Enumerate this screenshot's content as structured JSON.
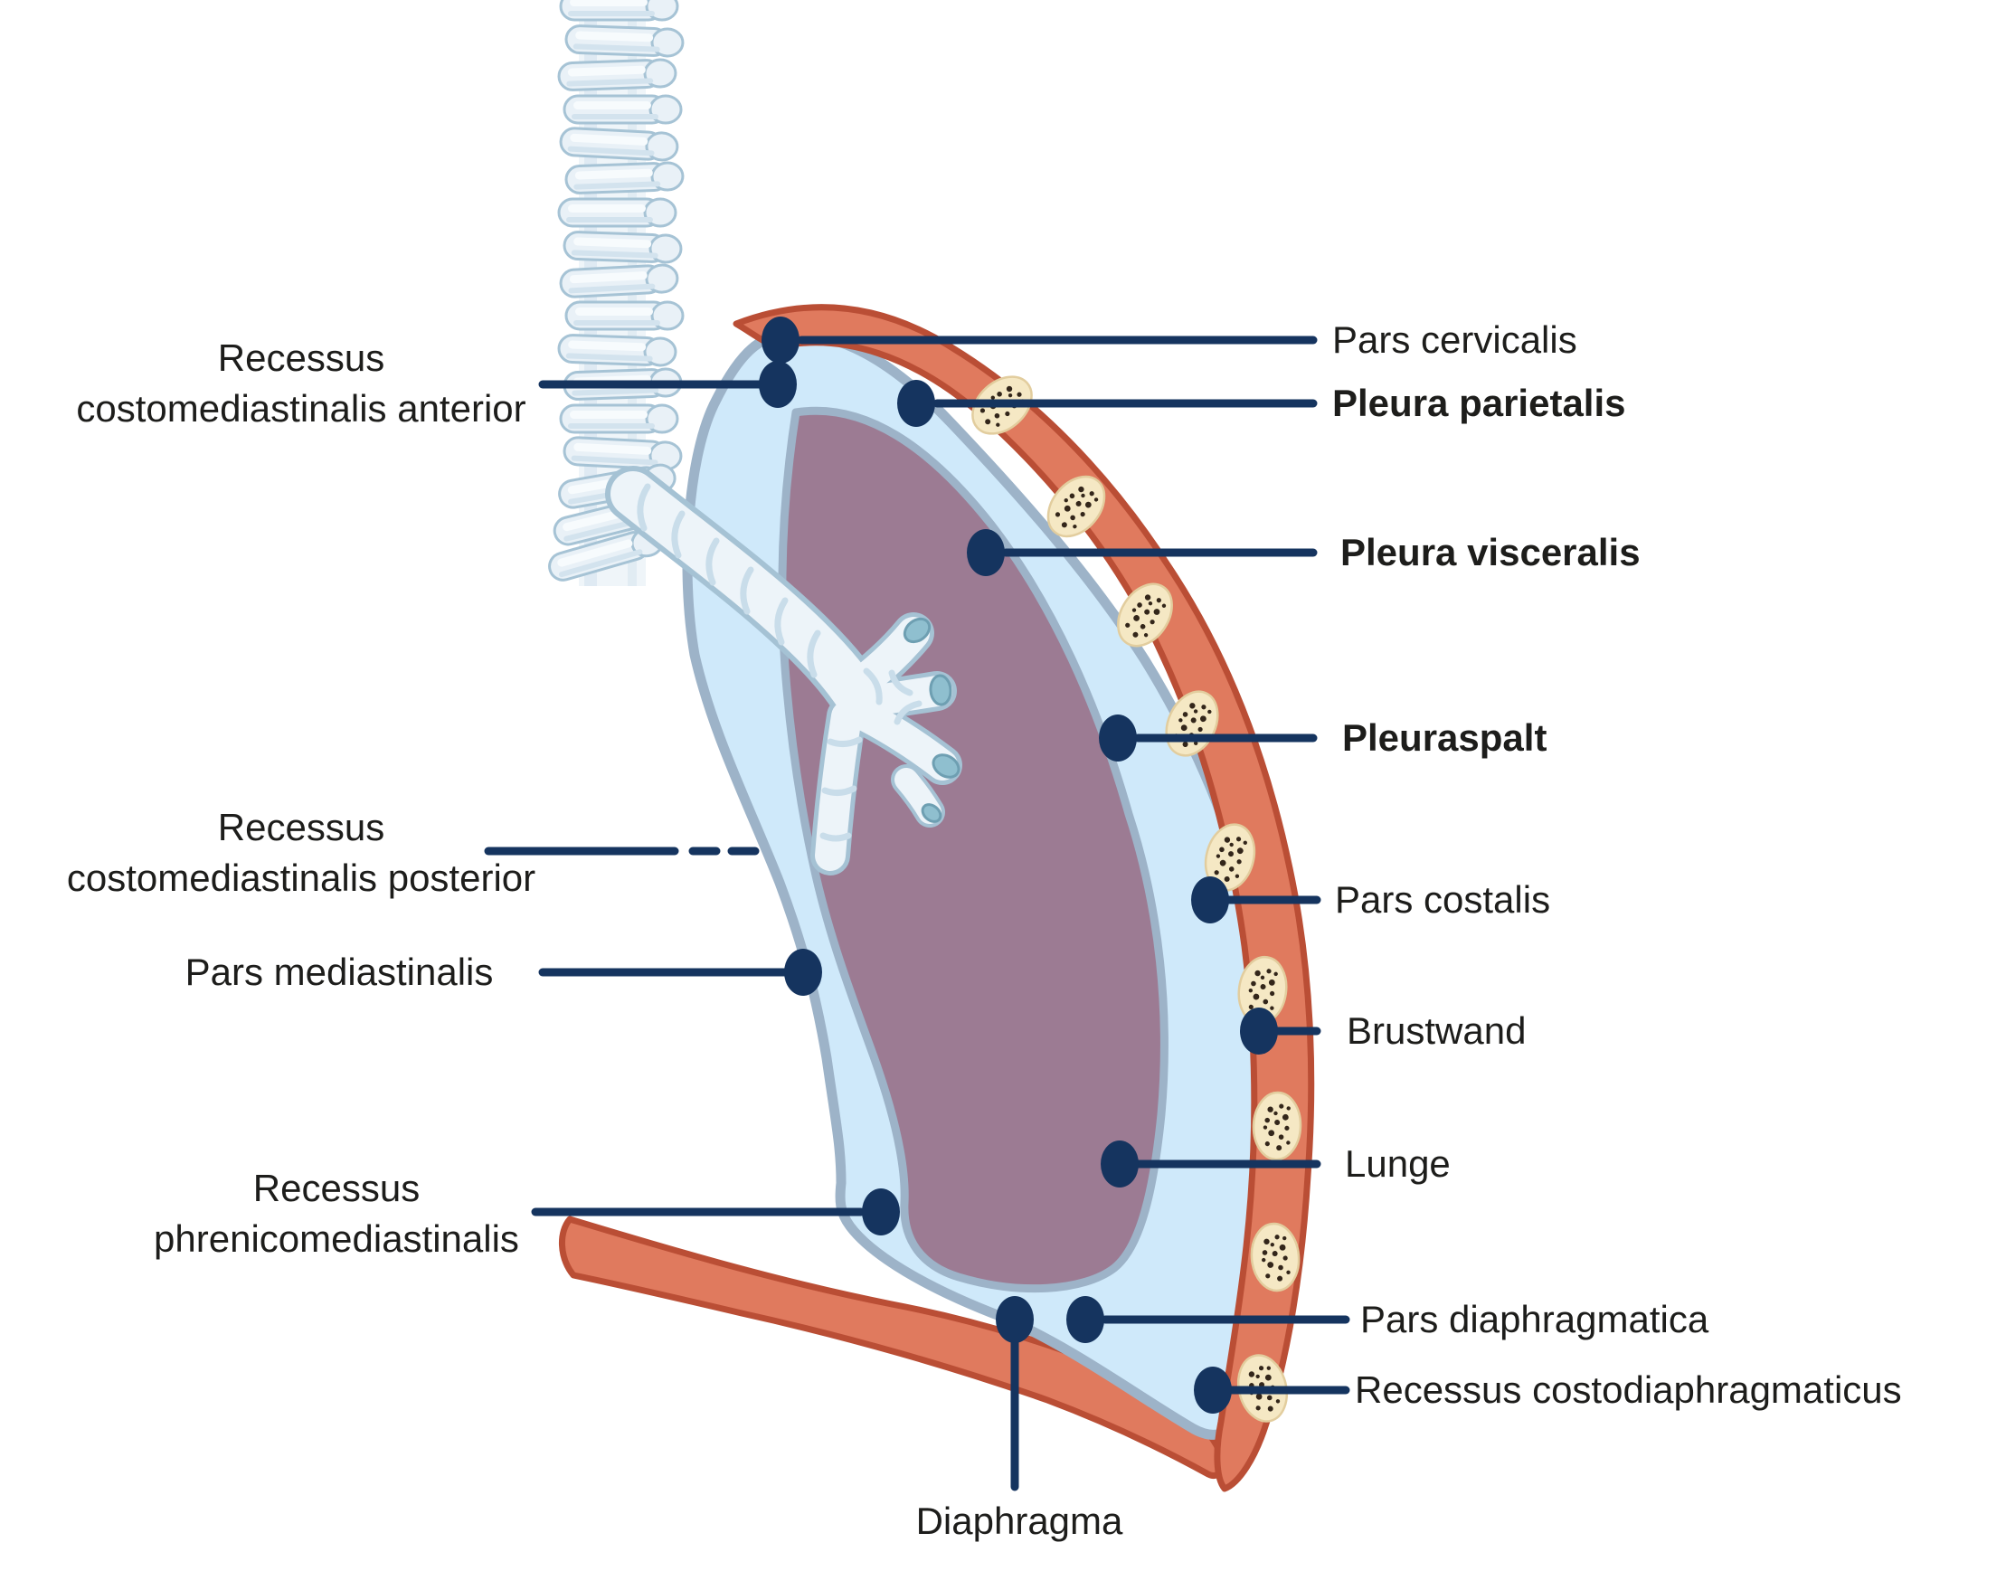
{
  "colors": {
    "bg": "#FFFFFF",
    "ink": "#1D1D1B",
    "navy": "#15345F",
    "chest": "#E07A5E",
    "chestEdge": "#BA4E35",
    "pleuraFill": "#CFE9FA",
    "pleuraEdge": "#9DB3C8",
    "lungFill": "#9C7B93",
    "ribFill": "#F5E8C4",
    "ribEdge": "#E2CD9E",
    "ribDot": "#33261A",
    "bone": "#E9F1F7",
    "boneShade": "#D3E3EE",
    "boneStroke": "#A6C3D5",
    "boneHi": "#F7FBFD",
    "tube": "#EDF4F9",
    "tubeEdge": "#A5C2D4",
    "tubeRing": "#C9DDEA",
    "opening": "#8FBFCF",
    "openingEdge": "#6E9FB2"
  },
  "labels": {
    "left": [
      {
        "name": "recessus-costomediastinalis-anterior",
        "lines": [
          "Recessus",
          "costomediastinalis anterior"
        ]
      },
      {
        "name": "recessus-costomediastinalis-posterior",
        "lines": [
          "Recessus",
          "costomediastinalis posterior"
        ]
      },
      {
        "name": "pars-mediastinalis",
        "lines": [
          "Pars mediastinalis"
        ]
      },
      {
        "name": "recessus-phrenicomediastinalis",
        "lines": [
          "Recessus",
          "phrenicomediastinalis"
        ]
      }
    ],
    "right": [
      {
        "name": "pars-cervicalis",
        "text": "Pars cervicalis",
        "bold": false
      },
      {
        "name": "pleura-parietalis",
        "text": "Pleura parietalis",
        "bold": true
      },
      {
        "name": "pleura-visceralis",
        "text": "Pleura visceralis",
        "bold": true
      },
      {
        "name": "pleuraspalt",
        "text": "Pleuraspalt",
        "bold": true
      },
      {
        "name": "pars-costalis",
        "text": "Pars costalis",
        "bold": false
      },
      {
        "name": "brustwand",
        "text": "Brustwand",
        "bold": false
      },
      {
        "name": "lunge",
        "text": "Lunge",
        "bold": false
      },
      {
        "name": "pars-diaphragmatica",
        "text": "Pars diaphragmatica",
        "bold": false
      },
      {
        "name": "recessus-costodiaphragmaticus",
        "text": "Recessus costodiaphragmaticus",
        "bold": false
      }
    ],
    "bottom": [
      {
        "name": "diaphragma",
        "text": "Diaphragma"
      }
    ]
  }
}
